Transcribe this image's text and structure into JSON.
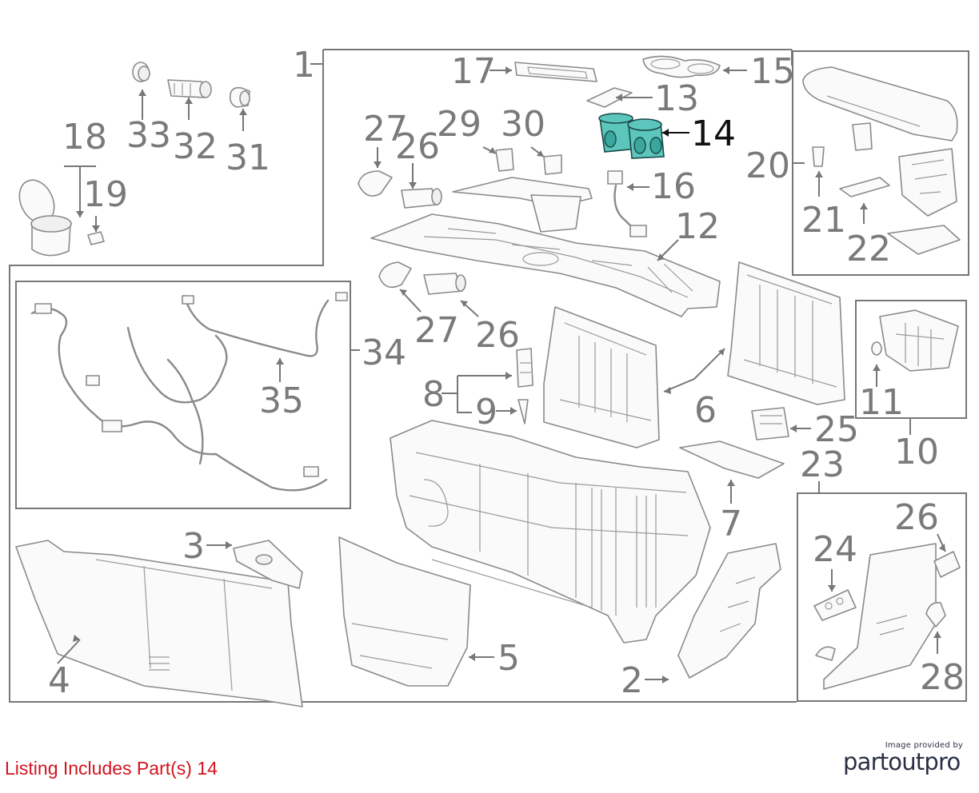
{
  "diagram": {
    "callouts": [
      "1",
      "2",
      "3",
      "4",
      "5",
      "6",
      "7",
      "8",
      "9",
      "10",
      "11",
      "12",
      "13",
      "14",
      "15",
      "16",
      "17",
      "18",
      "19",
      "20",
      "21",
      "22",
      "23",
      "24",
      "25",
      "26",
      "27",
      "28",
      "29",
      "30",
      "31",
      "32",
      "33",
      "34",
      "35"
    ],
    "highlighted_part": "14",
    "highlight_color": "#5cc5bc",
    "label_color": "#7a7a7a"
  },
  "footer": {
    "listing_note": "Listing Includes Part(s) 14",
    "listing_note_color": "#d2141e",
    "credit_caption": "Image provided by",
    "credit_logo": "partoutpro",
    "credit_color": "#2a2f45"
  }
}
